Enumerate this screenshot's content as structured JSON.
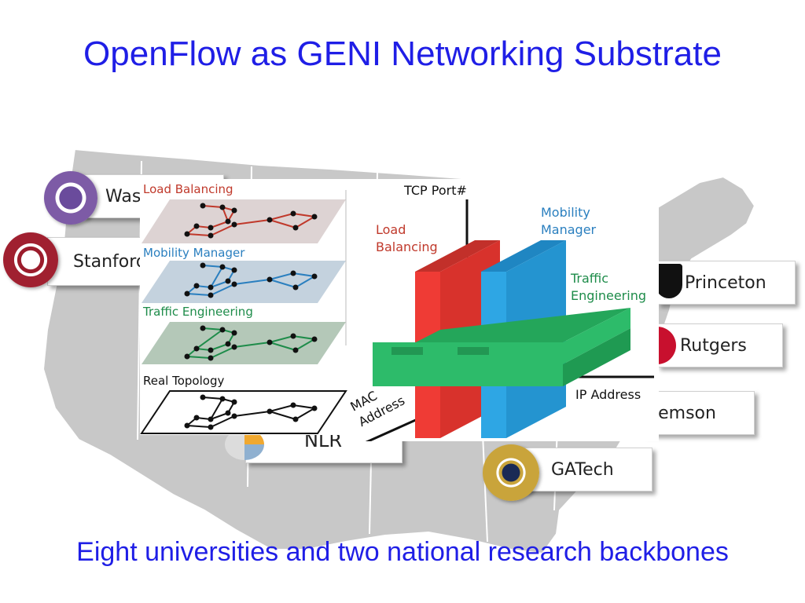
{
  "slide": {
    "title": "OpenFlow as GENI Networking Substrate",
    "caption": "Eight universities and two national research backbones"
  },
  "sites": {
    "washington": "Was",
    "stanford": "Stanford",
    "princeton": "Princeton",
    "rutgers": "Rutgers",
    "clemson": "lemson",
    "gatech": "GATech",
    "nlr": "NLR"
  },
  "layers": {
    "load_balancing": "Load Balancing",
    "mobility_manager": "Mobility Manager",
    "traffic_engineering": "Traffic Engineering",
    "real_topology": "Real Topology"
  },
  "flowspace": {
    "axis_tcp": "TCP Port#",
    "axis_mac_1": "MAC",
    "axis_mac_2": "Address",
    "axis_ip": "IP Address",
    "load_balancing_1": "Load",
    "load_balancing_2": "Balancing",
    "mobility_1": "Mobility",
    "mobility_2": "Manager",
    "traffic_1": "Traffic",
    "traffic_2": "Engineering"
  },
  "colors": {
    "title_blue": "#1f1ee6",
    "load_red": "#c0392b",
    "mobility_blue": "#2a7fbf",
    "traffic_green": "#1e8c4a",
    "bar_red": "#ef3b35",
    "bar_blue": "#2ea6e4",
    "bar_green": "#2dbb6a",
    "map_gray": "#c8c8c8"
  }
}
